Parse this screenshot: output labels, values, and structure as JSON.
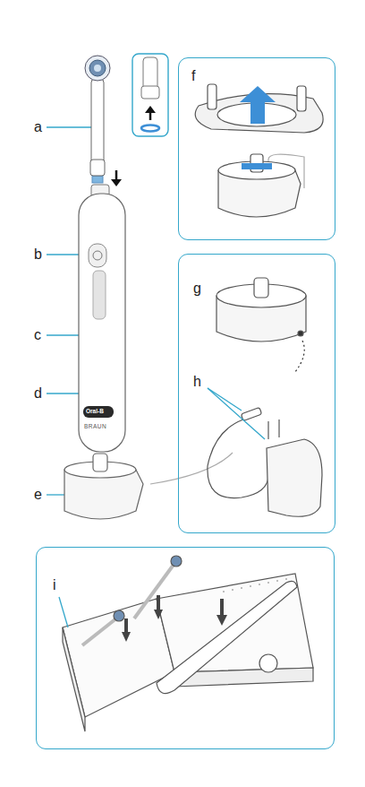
{
  "diagram": {
    "nodes": [
      {
        "text": [
          "f"
        ]
      },
      {
        "text": [
          "g",
          "h"
        ]
      },
      {
        "text": [
          "i"
        ]
      }
    ],
    "labels": [
      "a",
      "b",
      "c",
      "d",
      "e",
      "Oral-B",
      "BRAUN"
    ]
  }
}
